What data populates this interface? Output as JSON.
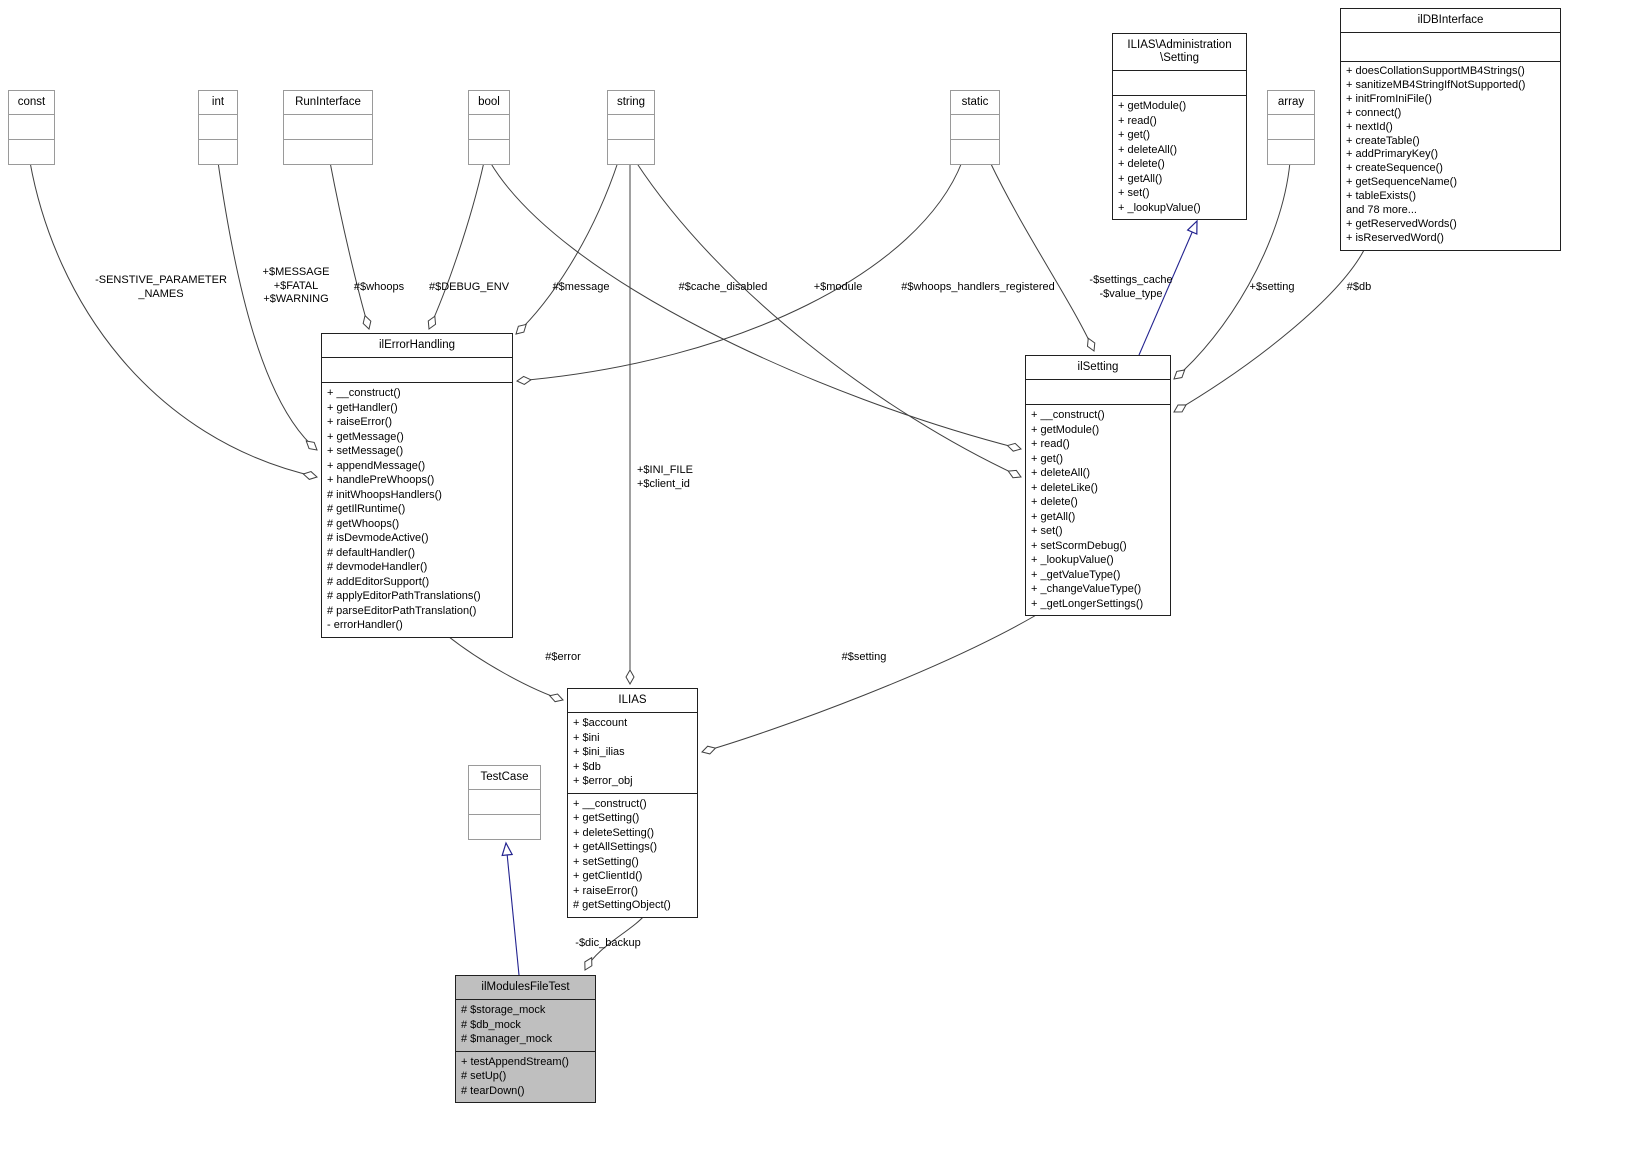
{
  "diagram_type": "uml-collaboration-diagram",
  "colors": {
    "node_border": "#202020",
    "external_node_border": "#9a9a9a",
    "current_node_fill": "#bfbfbf",
    "edge": "#404040",
    "inheritance_edge": "#22228f",
    "background": "#ffffff"
  },
  "classes": {
    "const": {
      "title": "const"
    },
    "int": {
      "title": "int"
    },
    "run_interface": {
      "title": "RunInterface"
    },
    "bool": {
      "title": "bool"
    },
    "string": {
      "title": "string"
    },
    "static": {
      "title": "static"
    },
    "array": {
      "title": "array"
    },
    "ilias_admin_setting": {
      "title": "ILIAS\\Administration\n\\Setting",
      "methods": [
        "+ getModule()",
        "+ read()",
        "+ get()",
        "+ deleteAll()",
        "+ delete()",
        "+ getAll()",
        "+ set()",
        "+ _lookupValue()"
      ]
    },
    "il_db_interface": {
      "title": "ilDBInterface",
      "methods": [
        "+ doesCollationSupportMB4Strings()",
        "+ sanitizeMB4StringIfNotSupported()",
        "+ initFromIniFile()",
        "+ connect()",
        "+ nextId()",
        "+ createTable()",
        "+ addPrimaryKey()",
        "+ createSequence()",
        "+ getSequenceName()",
        "+ tableExists()",
        "and 78 more...",
        "+ getReservedWords()",
        "+ isReservedWord()"
      ]
    },
    "il_error_handling": {
      "title": "ilErrorHandling",
      "methods": [
        "+ __construct()",
        "+ getHandler()",
        "+ raiseError()",
        "+ getMessage()",
        "+ setMessage()",
        "+ appendMessage()",
        "+ handlePreWhoops()",
        "# initWhoopsHandlers()",
        "# getIlRuntime()",
        "# getWhoops()",
        "# isDevmodeActive()",
        "# defaultHandler()",
        "# devmodeHandler()",
        "# addEditorSupport()",
        "# applyEditorPathTranslations()",
        "# parseEditorPathTranslation()",
        "- errorHandler()"
      ]
    },
    "il_setting": {
      "title": "ilSetting",
      "methods": [
        "+ __construct()",
        "+ getModule()",
        "+ read()",
        "+ get()",
        "+ deleteAll()",
        "+ deleteLike()",
        "+ delete()",
        "+ getAll()",
        "+ set()",
        "+ setScormDebug()",
        "+ _lookupValue()",
        "+ _getValueType()",
        "+ _changeValueType()",
        "+ _getLongerSettings()"
      ]
    },
    "ilias": {
      "title": "ILIAS",
      "attributes": [
        "+ $account",
        "+ $ini",
        "+ $ini_ilias",
        "+ $db",
        "+ $error_obj"
      ],
      "methods": [
        "+ __construct()",
        "+ getSetting()",
        "+ deleteSetting()",
        "+ getAllSettings()",
        "+ setSetting()",
        "+ getClientId()",
        "+ raiseError()",
        "# getSettingObject()"
      ]
    },
    "test_case": {
      "title": "TestCase"
    },
    "il_modules_file_test": {
      "title": "ilModulesFileTest",
      "attributes": [
        "# $storage_mock",
        "# $db_mock",
        "# $manager_mock"
      ],
      "methods": [
        "+ testAppendStream()",
        "# setUp()",
        "# tearDown()"
      ]
    }
  },
  "edge_labels": {
    "sensitive_parameter_names": "-SENSTIVE_PARAMETER\n_NAMES",
    "message_fatal_warning": "+$MESSAGE\n+$FATAL\n+$WARNING",
    "whoops": "#$whoops",
    "debug_env": "#$DEBUG_ENV",
    "message": "#$message",
    "cache_disabled": "#$cache_disabled",
    "module": "+$module",
    "whoops_handlers_registered": "#$whoops_handlers_registered",
    "settings_cache_value_type": "-$settings_cache\n-$value_type",
    "setting_plus": "+$setting",
    "db": "#$db",
    "ini_file_client_id": "+$INI_FILE\n+$client_id",
    "error": "#$error",
    "setting_hash": "#$setting",
    "dic_backup": "-$dic_backup"
  }
}
